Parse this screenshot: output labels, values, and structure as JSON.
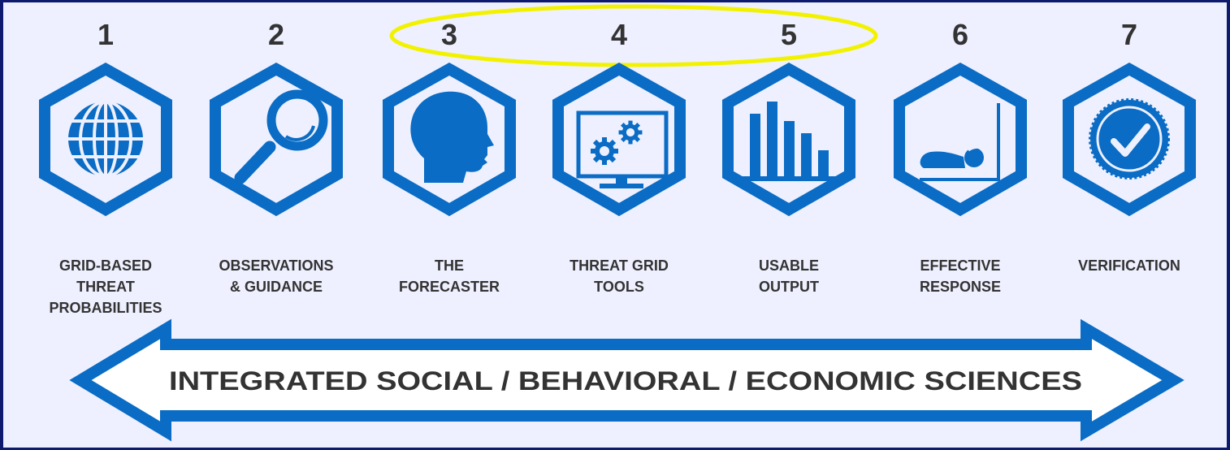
{
  "steps": [
    {
      "number": "1",
      "label_lines": [
        "GRID-BASED",
        "THREAT",
        "PROBABILITIES"
      ],
      "icon": "globe-icon"
    },
    {
      "number": "2",
      "label_lines": [
        "OBSERVATIONS",
        "& GUIDANCE"
      ],
      "icon": "magnifier-icon"
    },
    {
      "number": "3",
      "label_lines": [
        "THE",
        "FORECASTER"
      ],
      "icon": "head-profile-icon"
    },
    {
      "number": "4",
      "label_lines": [
        "THREAT GRID",
        "TOOLS"
      ],
      "icon": "gears-monitor-icon"
    },
    {
      "number": "5",
      "label_lines": [
        "USABLE",
        "OUTPUT"
      ],
      "icon": "bar-chart-icon"
    },
    {
      "number": "6",
      "label_lines": [
        "EFFECTIVE",
        "RESPONSE"
      ],
      "icon": "person-shelter-icon"
    },
    {
      "number": "7",
      "label_lines": [
        "VERIFICATION"
      ],
      "icon": "checkmark-seal-icon"
    }
  ],
  "banner": {
    "text": "INTEGRATED SOCIAL / BEHAVIORAL / ECONOMIC SCIENCES"
  },
  "highlight": {
    "color": "#f2f200",
    "encircles_numbers": [
      "3",
      "4",
      "5"
    ]
  },
  "colors": {
    "accent": "#0a6cc4",
    "text": "#333333",
    "background": "#eef0ff",
    "frame": "#0d1a6e"
  }
}
